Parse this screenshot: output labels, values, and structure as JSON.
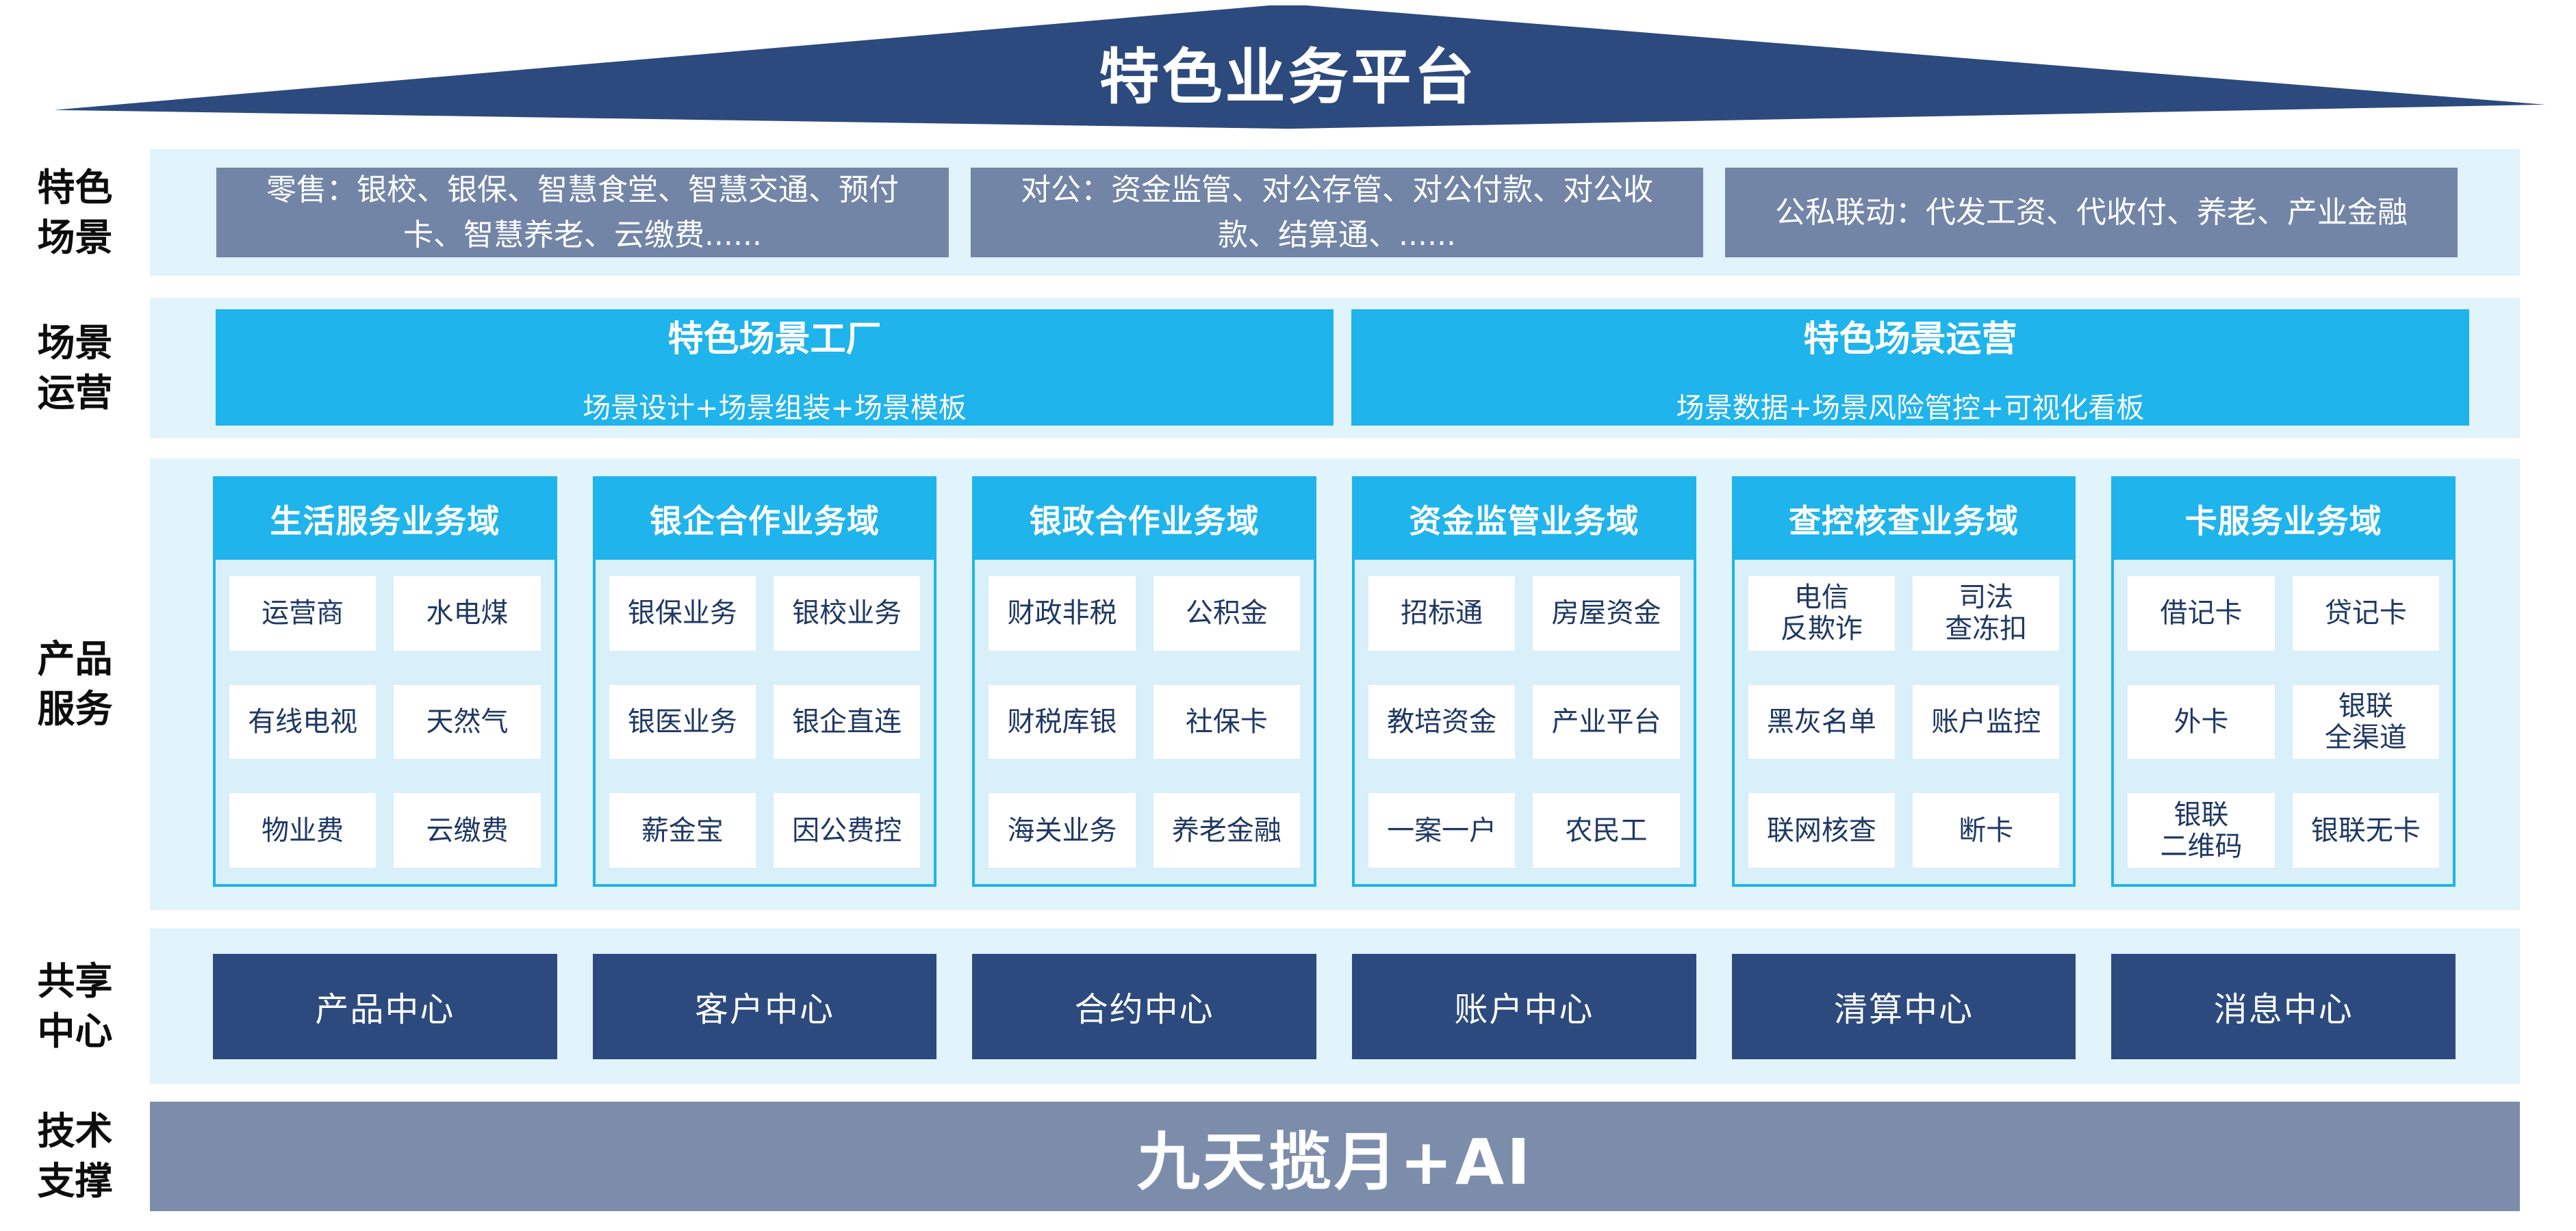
{
  "colors": {
    "navy": "#2C4A7E",
    "cyan": "#1FB4EB",
    "slate": "#7285A7",
    "band": "#E1F3FB",
    "column_body": "#D9EFFA",
    "cell_text": "#1F3864",
    "tech_bar": "#7C8DAC"
  },
  "roof": {
    "title": "特色业务平台"
  },
  "rows": {
    "scenes": {
      "label": "特色\n场景",
      "boxes": [
        "零售：银校、银保、智慧食堂、智慧交通、预付卡、智慧养老、云缴费......",
        "对公：资金监管、对公存管、对公付款、对公收款、结算通、......",
        "公私联动：代发工资、代收付、养老、产业金融"
      ]
    },
    "operations": {
      "label": "场景\n运营",
      "boxes": [
        {
          "title": "特色场景工厂",
          "subtitle": "场景设计+场景组装+场景模板"
        },
        {
          "title": "特色场景运营",
          "subtitle": "场景数据+场景风险管控+可视化看板"
        }
      ]
    },
    "products": {
      "label": "产品\n服务",
      "columns": [
        {
          "header": "生活服务业务域",
          "cells": [
            "运营商",
            "水电煤",
            "有线电视",
            "天然气",
            "物业费",
            "云缴费"
          ]
        },
        {
          "header": "银企合作业务域",
          "cells": [
            "银保业务",
            "银校业务",
            "银医业务",
            "银企直连",
            "薪金宝",
            "因公费控"
          ]
        },
        {
          "header": "银政合作业务域",
          "cells": [
            "财政非税",
            "公积金",
            "财税库银",
            "社保卡",
            "海关业务",
            "养老金融"
          ]
        },
        {
          "header": "资金监管业务域",
          "cells": [
            "招标通",
            "房屋资金",
            "教培资金",
            "产业平台",
            "一案一户",
            "农民工"
          ]
        },
        {
          "header": "查控核查业务域",
          "cells": [
            "电信\n反欺诈",
            "司法\n查冻扣",
            "黑灰名单",
            "账户监控",
            "联网核查",
            "断卡"
          ]
        },
        {
          "header": "卡服务业务域",
          "cells": [
            "借记卡",
            "贷记卡",
            "外卡",
            "银联\n全渠道",
            "银联\n二维码",
            "银联无卡"
          ]
        }
      ]
    },
    "sharing": {
      "label": "共享\n中心",
      "centers": [
        "产品中心",
        "客户中心",
        "合约中心",
        "账户中心",
        "清算中心",
        "消息中心"
      ]
    },
    "tech": {
      "label": "技术\n支撑",
      "bar": "九天揽月+AI"
    }
  }
}
